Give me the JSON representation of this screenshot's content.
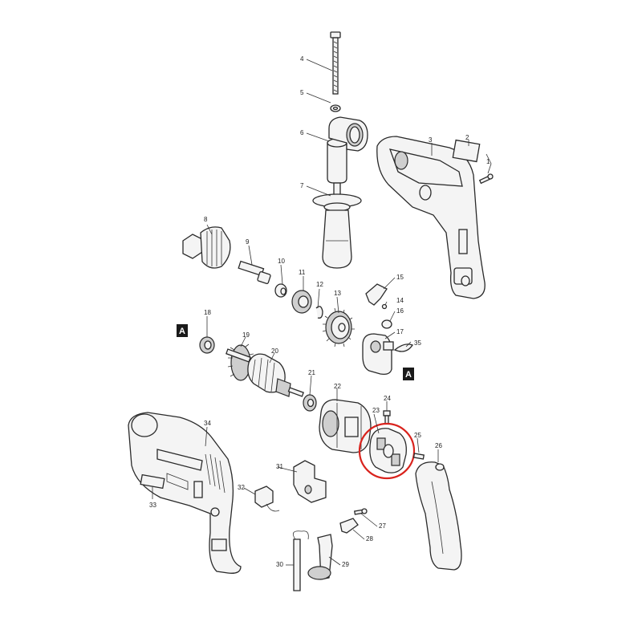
{
  "diagram": {
    "highlight_color": "#d9231d",
    "section_mark": "A",
    "parts": [
      {
        "no": "1",
        "name": "screw-1"
      },
      {
        "no": "2",
        "name": "label-plate-2"
      },
      {
        "no": "3",
        "name": "gear-housing-3"
      },
      {
        "no": "4",
        "name": "depth-rod-bolt-4"
      },
      {
        "no": "5",
        "name": "washer-5"
      },
      {
        "no": "6",
        "name": "grip-base-6"
      },
      {
        "no": "7",
        "name": "side-handle-7"
      },
      {
        "no": "8",
        "name": "drill-chuck-8"
      },
      {
        "no": "9",
        "name": "spindle-9"
      },
      {
        "no": "10",
        "name": "sleeve-10"
      },
      {
        "no": "11",
        "name": "ball-bearing-11"
      },
      {
        "no": "12",
        "name": "retaining-ring-12"
      },
      {
        "no": "13",
        "name": "spur-gear-13"
      },
      {
        "no": "14",
        "name": "steel-ball-14"
      },
      {
        "no": "15",
        "name": "change-lever-15"
      },
      {
        "no": "16",
        "name": "o-ring-16"
      },
      {
        "no": "17",
        "name": "bearing-box-17"
      },
      {
        "no": "18",
        "name": "ball-bearing-18"
      },
      {
        "no": "19",
        "name": "fan-19"
      },
      {
        "no": "20",
        "name": "armature-20"
      },
      {
        "no": "21",
        "name": "ball-bearing-21"
      },
      {
        "no": "22",
        "name": "field-22"
      },
      {
        "no": "23",
        "name": "brush-holder-23"
      },
      {
        "no": "24",
        "name": "screw-24"
      },
      {
        "no": "25",
        "name": "screw-25"
      },
      {
        "no": "26",
        "name": "handle-cover-26"
      },
      {
        "no": "27",
        "name": "screw-27"
      },
      {
        "no": "28",
        "name": "strain-relief-28"
      },
      {
        "no": "29",
        "name": "cord-guard-29"
      },
      {
        "no": "30",
        "name": "cord-30"
      },
      {
        "no": "31",
        "name": "switch-31"
      },
      {
        "no": "32",
        "name": "noise-suppressor-32"
      },
      {
        "no": "33",
        "name": "name-plate-33"
      },
      {
        "no": "34",
        "name": "motor-housing-34"
      },
      {
        "no": "35",
        "name": "spring-35"
      }
    ]
  }
}
